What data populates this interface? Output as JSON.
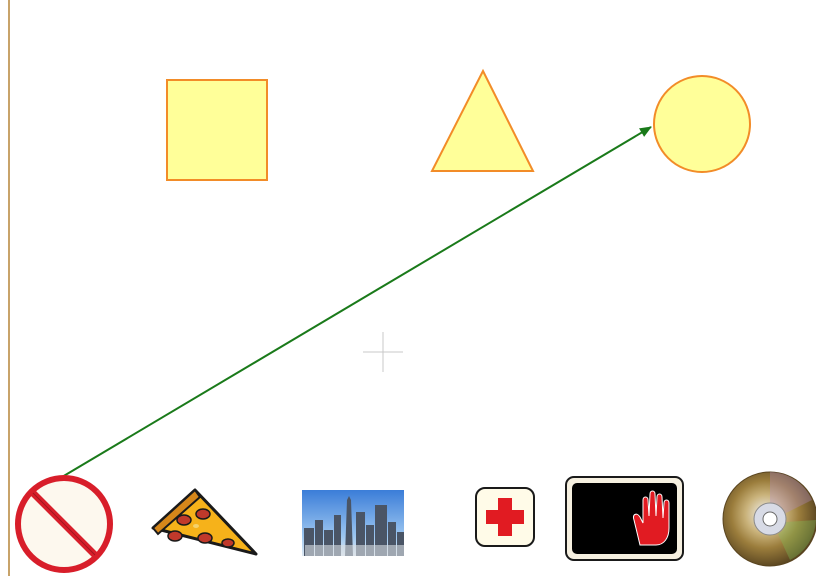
{
  "canvas": {
    "background": "#ffffff",
    "left_border_color": "#c8a36a"
  },
  "shapes": [
    {
      "kind": "square",
      "fill": "#ffff99",
      "stroke": "#f28c28"
    },
    {
      "kind": "triangle",
      "fill": "#ffff99",
      "stroke": "#f28c28"
    },
    {
      "kind": "circle",
      "fill": "#ffff99",
      "stroke": "#f28c28"
    }
  ],
  "arrow": {
    "color": "#1a7a1a",
    "from": "no-entry-icon",
    "to": "circle-shape"
  },
  "crosshair": {
    "color": "#c8c8c8"
  },
  "toolbar_icons": [
    {
      "name": "no-entry-icon"
    },
    {
      "name": "pizza-icon"
    },
    {
      "name": "city-skyline-icon"
    },
    {
      "name": "red-cross-icon"
    },
    {
      "name": "stop-hand-icon"
    },
    {
      "name": "cd-disc-icon"
    }
  ]
}
